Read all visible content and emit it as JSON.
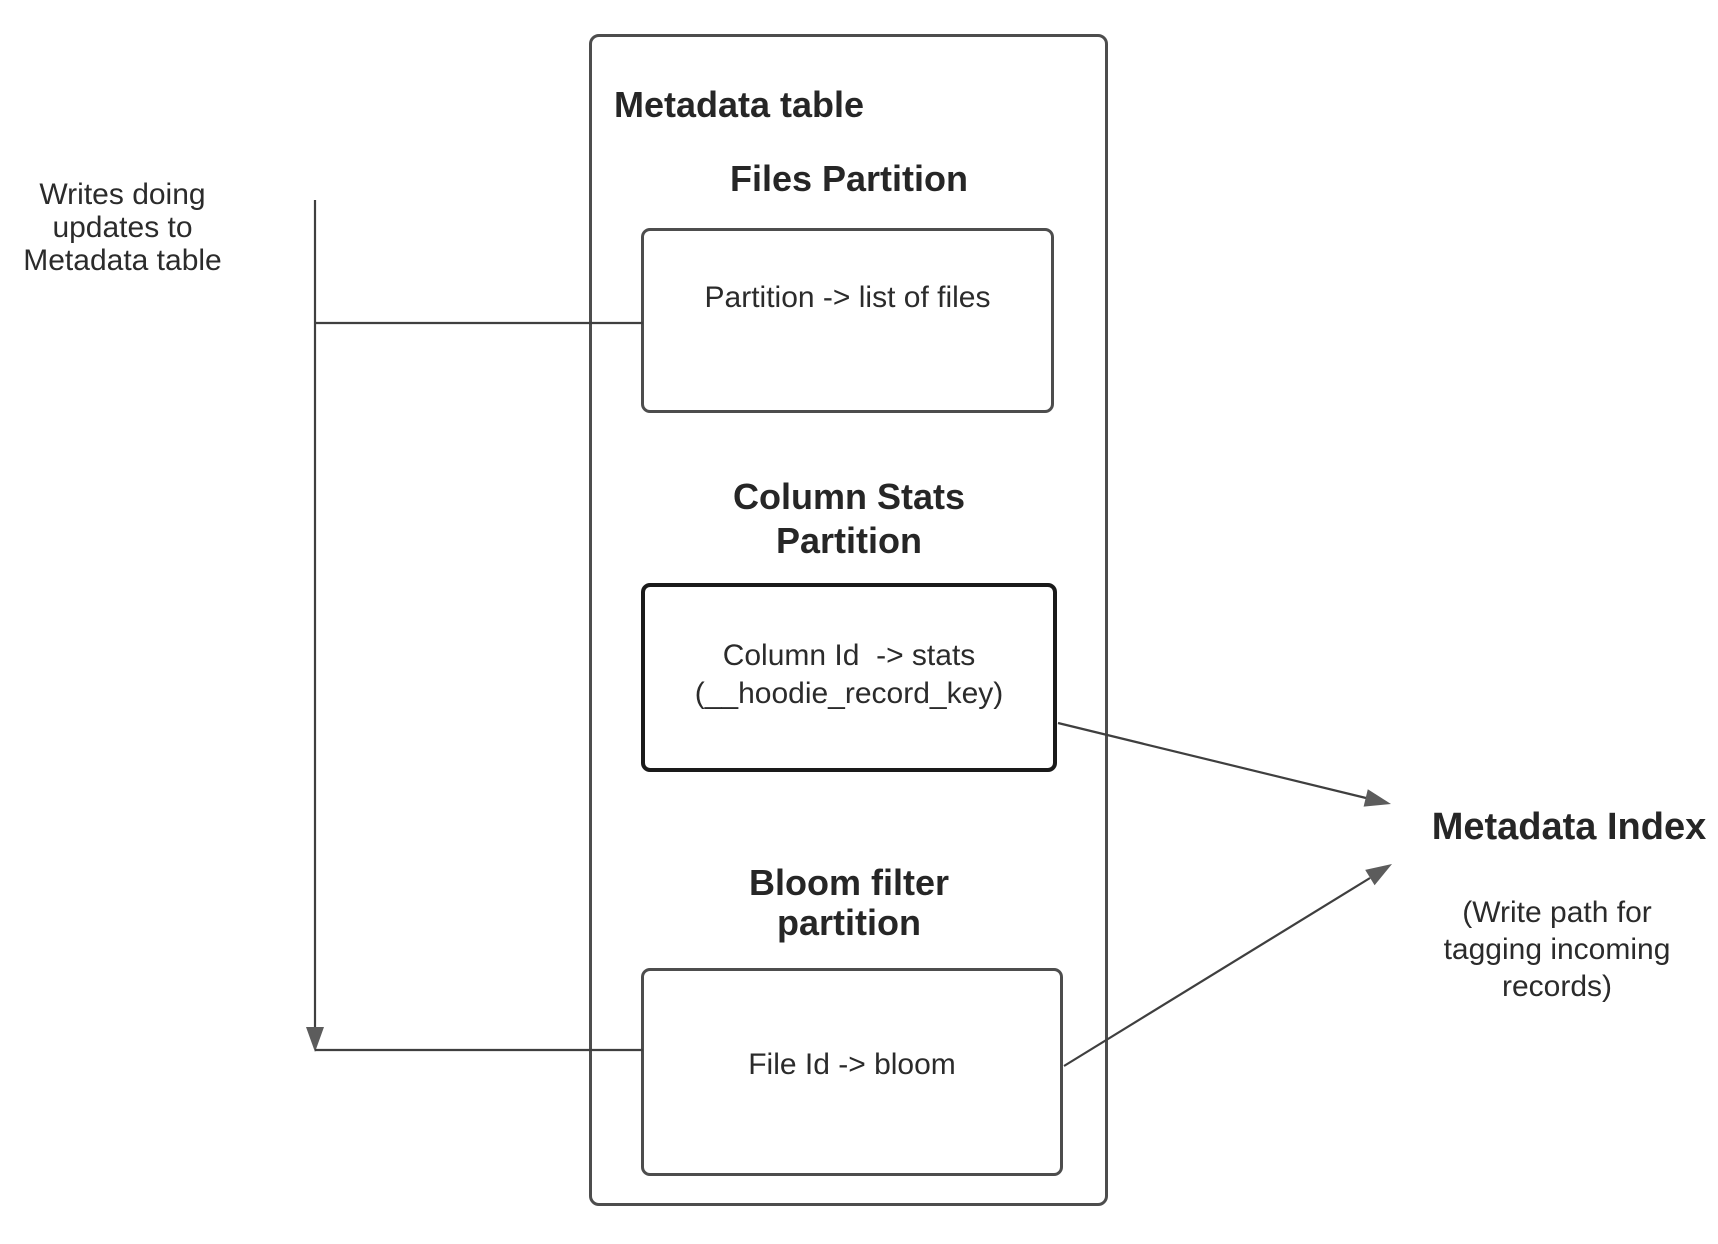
{
  "left_note": {
    "text": "Writes doing\nupdates to\nMetadata table"
  },
  "metadata_table": {
    "title": "Metadata table",
    "files_partition": {
      "heading": "Files Partition",
      "mapping": "Partition -> list of files"
    },
    "column_stats_partition": {
      "heading": "Column Stats\nPartition",
      "mapping": "Column Id  -> stats\n(__hoodie_record_key)"
    },
    "bloom_filter_partition": {
      "heading": "Bloom filter\npartition",
      "mapping": "File Id -> bloom"
    }
  },
  "metadata_index": {
    "title": "Metadata Index",
    "note": "(Write path for\ntagging incoming\nrecords)"
  },
  "colors": {
    "connector": "#3f3f3f",
    "arrowhead": "#5c5c5c",
    "box_border": "#4d4d4d",
    "stats_box_border": "#1a1a1a",
    "text": "#2b2b2b",
    "background": "#ffffff"
  }
}
